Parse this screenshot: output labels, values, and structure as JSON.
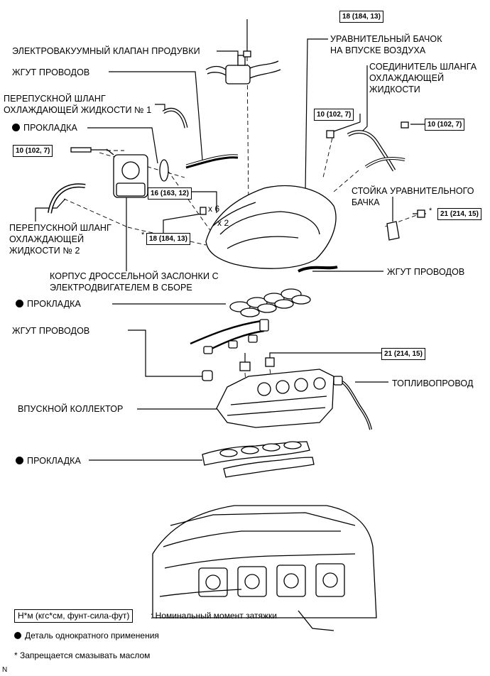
{
  "labels": {
    "vsv_purge": "ЭЛЕКТРОВАКУУМНЫЙ КЛАПАН ПРОДУВКИ",
    "harness_top": "ЖГУТ ПРОВОДОВ",
    "bypass_hose_1": "ПЕРЕПУСКНОЙ ШЛАНГ\nОХЛАЖДАЮЩЕЙ ЖИДКОСТИ № 1",
    "gasket_1": "ПРОКЛАДКА",
    "bypass_hose_2": "ПЕРЕПУСКНОЙ ШЛАНГ\nОХЛАЖДАЮЩЕЙ\nЖИДКОСТИ № 2",
    "throttle_body": "КОРПУС ДРОССЕЛЬНОЙ ЗАСЛОНКИ С\nЭЛЕКТРОДВИГАТЕЛЕМ В СБОРЕ",
    "surge_tank": "УРАВНИТЕЛЬНЫЙ БАЧОК\nНА ВПУСКЕ ВОЗДУХА",
    "hose_connector": "СОЕДИНИТЕЛЬ ШЛАНГА\nОХЛАЖДАЮЩЕЙ\nЖИДКОСТИ",
    "surge_stay": "СТОЙКА УРАВНИТЕЛЬНОГО\nБАЧКА",
    "harness_right": "ЖГУТ ПРОВОДОВ",
    "gasket_2": "ПРОКЛАДКА",
    "harness_mid": "ЖГУТ ПРОВОДОВ",
    "fuel_pipe": "ТОПЛИВОПРОВОД",
    "intake_manifold": "ВПУСКНОЙ КОЛЛЕКТОР",
    "gasket_3": "ПРОКЛАДКА",
    "x6": "x 6",
    "x2": "x 2",
    "corner": "N"
  },
  "torques": {
    "t_top": "18 (184, 13)",
    "t_left": "10 (102, 7)",
    "t_conn_left": "10 (102, 7)",
    "t_conn_right": "10 (102, 7)",
    "t_16": "16 (163, 12)",
    "t_18_star": "18 (184, 13)",
    "t_21_star": "21 (214, 15)",
    "t_21_mid": "21 (214, 15)"
  },
  "asterisk": "*",
  "legend": {
    "torque_unit": "Н*м (кгс*см, фунт-сила-фут)",
    "torque_desc": ": Номинальный момент затяжки",
    "non_reusable": "Деталь однократного применения",
    "no_oil": "* Запрещается смазывать маслом"
  }
}
